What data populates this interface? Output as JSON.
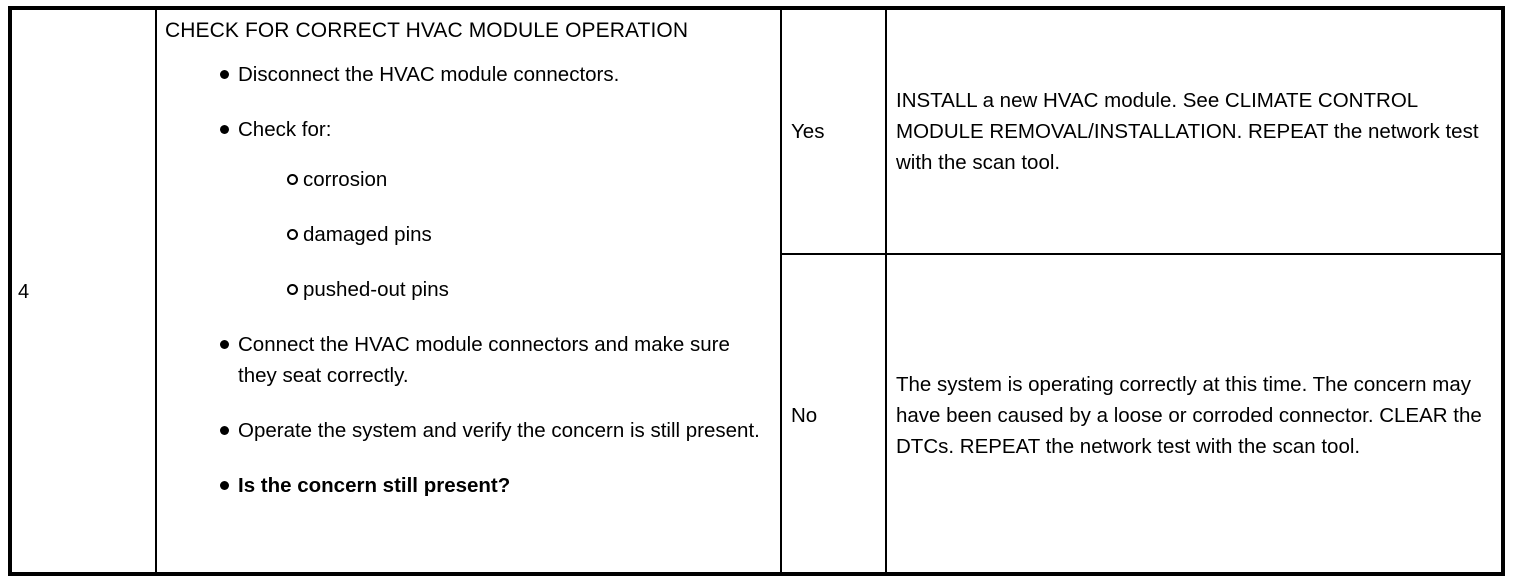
{
  "document": {
    "type": "diagnostic-procedure-table",
    "columns": [
      "step",
      "detail",
      "result",
      "action"
    ]
  },
  "row": {
    "step_number": "4",
    "detail": {
      "title": "CHECK FOR CORRECT HVAC MODULE OPERATION",
      "bullets": [
        {
          "text": "Disconnect the HVAC module connectors.",
          "bold": false
        },
        {
          "text": "Check for:",
          "bold": false
        },
        {
          "text": "Connect the HVAC module connectors and make sure they seat correctly.",
          "bold": false
        },
        {
          "text": "Operate the system and verify the concern is still present.",
          "bold": false
        },
        {
          "text": "Is the concern still present?",
          "bold": true
        }
      ],
      "sub_bullets": [
        {
          "text": "corrosion"
        },
        {
          "text": "damaged pins"
        },
        {
          "text": "pushed-out pins"
        }
      ]
    },
    "outcomes": [
      {
        "result_label": "Yes",
        "action_text": "INSTALL a new HVAC module. See CLIMATE CONTROL MODULE REMOVAL/INSTALLATION. REPEAT the network test with the scan tool."
      },
      {
        "result_label": "No",
        "action_text": "The system is operating correctly at this time. The concern may have been caused by a loose or corroded connector. CLEAR the DTCs. REPEAT the network test with the scan tool."
      }
    ]
  },
  "colors": {
    "ink": "#000000",
    "paper": "#ffffff"
  }
}
